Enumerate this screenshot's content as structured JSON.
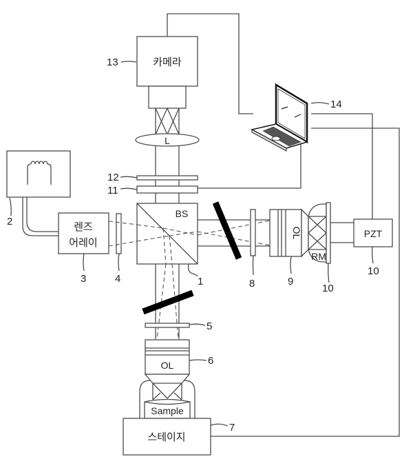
{
  "title": "Optical measurement system block diagram",
  "components": {
    "camera": {
      "label": "카메라",
      "ref": "13"
    },
    "lens_L": {
      "label": "L"
    },
    "laptop": {
      "ref": "14"
    },
    "filter_12": {
      "ref": "12"
    },
    "filter_11": {
      "ref": "11"
    },
    "light_source": {
      "ref": "2"
    },
    "lens_array": {
      "label_line1": "렌즈",
      "label_line2": "어레이",
      "ref": "3"
    },
    "plate_4": {
      "ref": "4"
    },
    "beam_splitter": {
      "label": "BS",
      "ref": "1"
    },
    "plate_8": {
      "ref": "8"
    },
    "reference_objective": {
      "label": "OL",
      "ref": "9"
    },
    "reference_mirror": {
      "label": "RM",
      "ref": "10"
    },
    "pzt": {
      "label": "PZT",
      "ref": "10"
    },
    "plate_5": {
      "ref": "5"
    },
    "sample_objective": {
      "label": "OL",
      "ref": "6"
    },
    "sample": {
      "label": "Sample"
    },
    "stage": {
      "label": "스테이지",
      "ref": "7"
    }
  }
}
